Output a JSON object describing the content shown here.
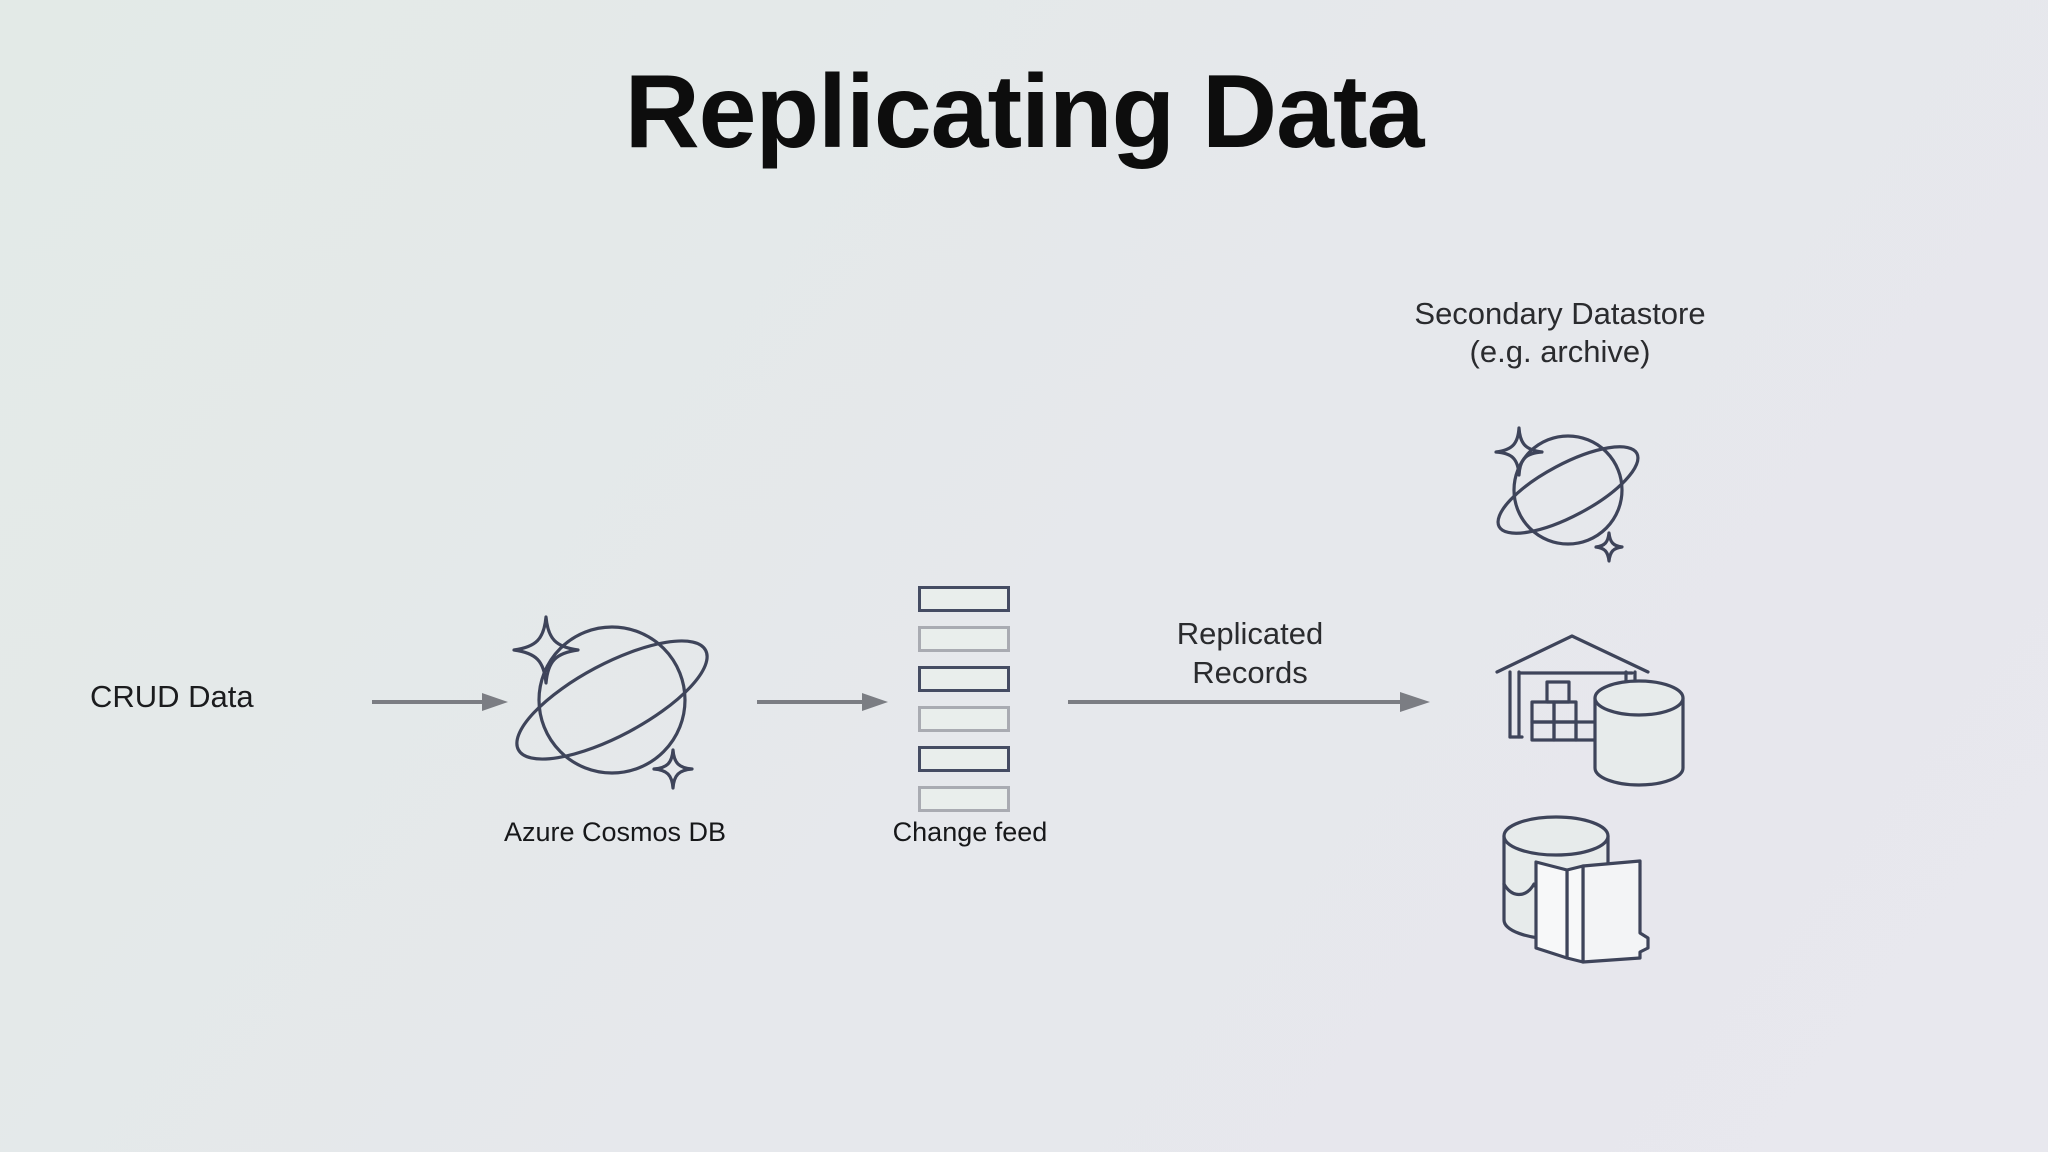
{
  "slide": {
    "title": "Replicating Data",
    "background_start": "#e3eae7",
    "background_end": "#e8e8ee",
    "icon_stroke_color": "#3e445a",
    "arrow_color": "#7b7d83",
    "text_color": "#17181a"
  },
  "flow": {
    "crud_label": "CRUD Data",
    "cosmos_label": "Azure Cosmos DB",
    "changefeed_label": "Change feed",
    "replicated_label": "Replicated\nRecords",
    "secondary_label": "Secondary Datastore\n(e.g. archive)"
  },
  "change_feed": {
    "rows": [
      {
        "style": "dark"
      },
      {
        "style": "light"
      },
      {
        "style": "dark"
      },
      {
        "style": "light"
      },
      {
        "style": "dark"
      },
      {
        "style": "light"
      }
    ]
  },
  "icons": {
    "cosmos_db": "planet-ring-sparkle-icon",
    "secondary_cosmos_db": "planet-ring-sparkle-icon",
    "data_warehouse": "warehouse-database-icon",
    "data_lake": "data-lake-folder-icon"
  },
  "arrows": [
    {
      "name": "crud-to-cosmos-arrow"
    },
    {
      "name": "cosmos-to-changefeed-arrow"
    },
    {
      "name": "changefeed-to-secondary-arrow"
    }
  ]
}
